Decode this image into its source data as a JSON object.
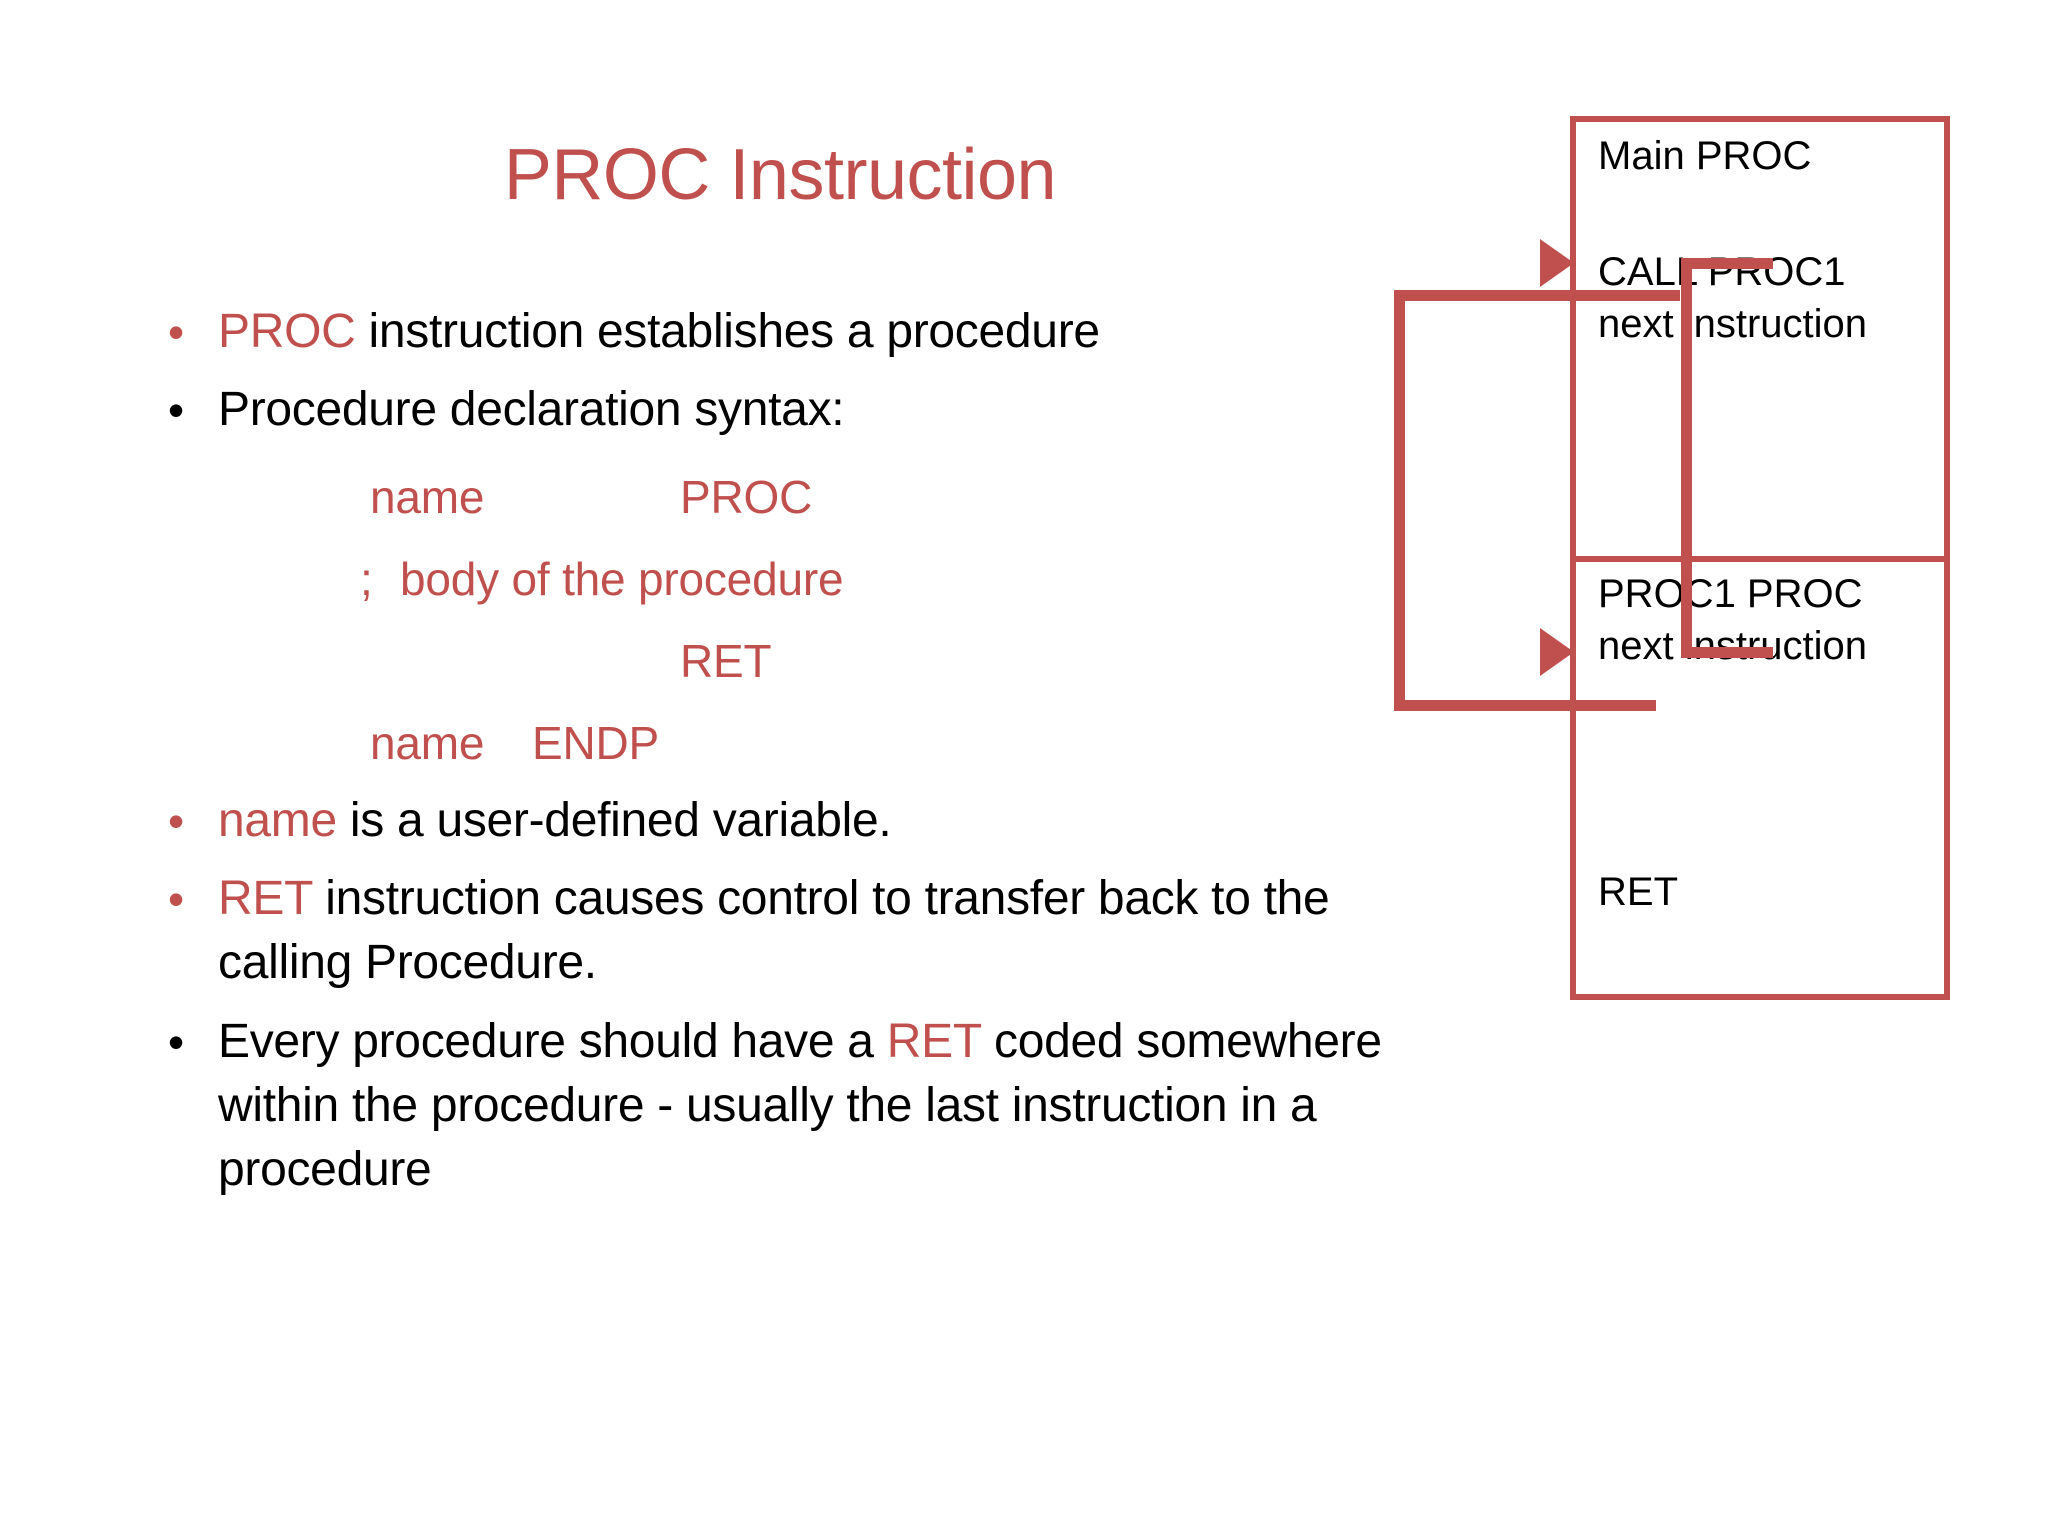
{
  "slide": {
    "title": "PROC Instruction",
    "accent_color": "#c0504d",
    "text_color": "#000000",
    "background_color": "#ffffff"
  },
  "bullets": [
    {
      "marker": "•",
      "marker_color": "#c0504d",
      "segments": [
        {
          "text": "PROC",
          "color": "accent"
        },
        {
          "text": " instruction establishes a procedure",
          "color": "plain"
        }
      ]
    },
    {
      "marker": "•",
      "marker_color": "#000000",
      "segments": [
        {
          "text": "Procedure declaration syntax:",
          "color": "plain"
        }
      ]
    },
    {
      "marker": "•",
      "marker_color": "#c0504d",
      "segments": [
        {
          "text": "name",
          "color": "accent"
        },
        {
          "text": " is a user-defined variable.",
          "color": "plain"
        }
      ]
    },
    {
      "marker": "•",
      "marker_color": "#c0504d",
      "segments": [
        {
          "text": "RET",
          "color": "accent"
        },
        {
          "text": " instruction causes control to transfer back to the calling Procedure.",
          "color": "plain"
        }
      ]
    },
    {
      "marker": "•",
      "marker_color": "#000000",
      "segments": [
        {
          "text": "Every procedure should have a ",
          "color": "plain"
        },
        {
          "text": "RET",
          "color": "accent"
        },
        {
          "text": " coded somewhere within the procedure - usually the last instruction in a procedure",
          "color": "plain"
        }
      ]
    }
  ],
  "syntax": {
    "line1_name": "name",
    "line1_proc": "PROC",
    "line2_semicolon": ";",
    "line2_body": "body of the procedure",
    "line3_ret": "RET",
    "line4_name": "name",
    "line4_endp": "ENDP"
  },
  "diagram": {
    "main_box": {
      "label": "Main PROC",
      "call_line": "CALL PROC1",
      "next_line": "next instruction"
    },
    "proc1_box": {
      "label": "PROC1 PROC",
      "next_line": "next instruction",
      "ret_line": "RET"
    },
    "border_color": "#c0504d"
  }
}
